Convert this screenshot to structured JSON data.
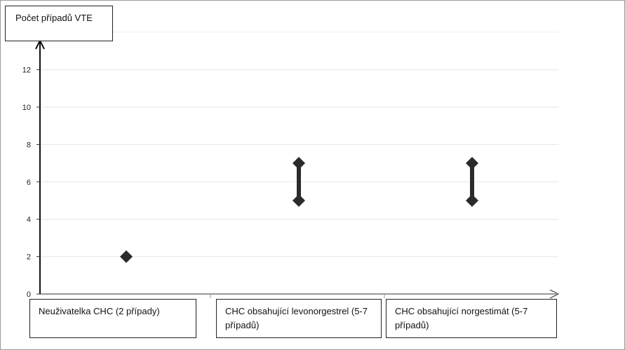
{
  "chart_data": {
    "type": "scatter",
    "ylabel": "Počet případů VTE",
    "categories": [
      "Neuživatelka CHC (2 případy)",
      "CHC obsahující levonorgestrel (5-7 případů)",
      "CHC obsahující norgestimát (5-7 případů)"
    ],
    "points": [
      {
        "category": 0,
        "low": 2,
        "high": 2
      },
      {
        "category": 1,
        "low": 5,
        "high": 7
      },
      {
        "category": 2,
        "low": 5,
        "high": 7
      }
    ],
    "yticks": [
      0,
      2,
      4,
      6,
      8,
      10,
      12
    ],
    "ylim": [
      0,
      13.6
    ],
    "grid": true,
    "legend": false
  }
}
